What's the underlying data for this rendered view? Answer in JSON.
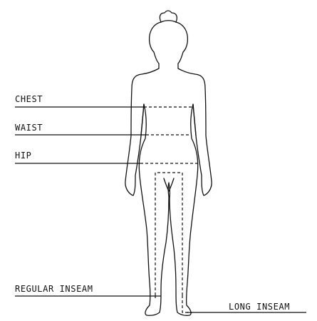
{
  "measurement_labels": {
    "chest": "CHEST",
    "waist": "WAIST",
    "hip": "HIP",
    "regular_inseam": "REGULAR INSEAM",
    "long_inseam": "LONG INSEAM"
  },
  "colors": {
    "stroke": "#111111",
    "background": "#ffffff"
  }
}
